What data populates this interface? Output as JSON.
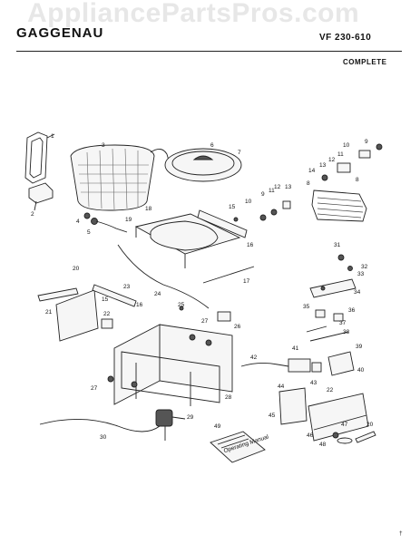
{
  "watermark": "AppliancePartsPros.com",
  "header": {
    "brand": "GAGGENAU",
    "model": "VF 230-610",
    "subtitle": "COMPLETE"
  },
  "callouts": [
    {
      "id": "c1",
      "text": "1"
    },
    {
      "id": "c2",
      "text": "2"
    },
    {
      "id": "c3",
      "text": "3"
    },
    {
      "id": "c4",
      "text": "4"
    },
    {
      "id": "c5",
      "text": "5"
    },
    {
      "id": "c6",
      "text": "6"
    },
    {
      "id": "c7",
      "text": "7"
    },
    {
      "id": "c8",
      "text": "8"
    },
    {
      "id": "c9",
      "text": "9"
    },
    {
      "id": "c10",
      "text": "10"
    },
    {
      "id": "c11",
      "text": "11"
    },
    {
      "id": "c12",
      "text": "12"
    },
    {
      "id": "c13",
      "text": "13"
    },
    {
      "id": "c14",
      "text": "14"
    },
    {
      "id": "c9b",
      "text": "9"
    },
    {
      "id": "c10b",
      "text": "10"
    },
    {
      "id": "c11b",
      "text": "11"
    },
    {
      "id": "c12b",
      "text": "12"
    },
    {
      "id": "c13b",
      "text": "13"
    },
    {
      "id": "c15",
      "text": "15"
    },
    {
      "id": "c16",
      "text": "16"
    },
    {
      "id": "c17",
      "text": "17"
    },
    {
      "id": "c18",
      "text": "18"
    },
    {
      "id": "c19",
      "text": "19"
    },
    {
      "id": "c20",
      "text": "20"
    },
    {
      "id": "c21",
      "text": "21"
    },
    {
      "id": "c22",
      "text": "22"
    },
    {
      "id": "c23",
      "text": "23"
    },
    {
      "id": "c24",
      "text": "24"
    },
    {
      "id": "c25",
      "text": "25"
    },
    {
      "id": "c26",
      "text": "26"
    },
    {
      "id": "c27",
      "text": "27"
    },
    {
      "id": "c27b",
      "text": "27"
    },
    {
      "id": "c28",
      "text": "28"
    },
    {
      "id": "c29",
      "text": "29"
    },
    {
      "id": "c30",
      "text": "30"
    },
    {
      "id": "c15b",
      "text": "15"
    },
    {
      "id": "c16b",
      "text": "16"
    },
    {
      "id": "c31",
      "text": "31"
    },
    {
      "id": "c32",
      "text": "32"
    },
    {
      "id": "c33",
      "text": "33"
    },
    {
      "id": "c34",
      "text": "34"
    },
    {
      "id": "c35",
      "text": "35"
    },
    {
      "id": "c36",
      "text": "36"
    },
    {
      "id": "c37",
      "text": "37"
    },
    {
      "id": "c38",
      "text": "38"
    },
    {
      "id": "c39",
      "text": "39"
    },
    {
      "id": "c40",
      "text": "40"
    },
    {
      "id": "c41",
      "text": "41"
    },
    {
      "id": "c42",
      "text": "42"
    },
    {
      "id": "c43",
      "text": "43"
    },
    {
      "id": "c44",
      "text": "44"
    },
    {
      "id": "c45",
      "text": "45"
    },
    {
      "id": "c46",
      "text": "46"
    },
    {
      "id": "c47",
      "text": "47"
    },
    {
      "id": "c48",
      "text": "48"
    },
    {
      "id": "c49",
      "text": "49"
    },
    {
      "id": "c20b",
      "text": "20"
    },
    {
      "id": "c22b",
      "text": "22"
    },
    {
      "id": "c8b",
      "text": "8"
    }
  ],
  "manual_label": "Operating Manual",
  "corner_mark": "†"
}
